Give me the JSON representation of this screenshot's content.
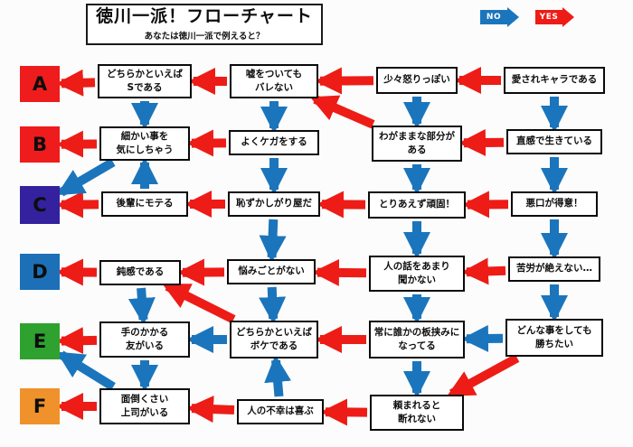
{
  "title": "徳川一派！フローチャート",
  "subtitle": "あなたは徳川一派で例えると？",
  "legend": {
    "no_label": "NO",
    "yes_label": "YES",
    "no_color": "#1b75bc",
    "yes_color": "#ed1c16"
  },
  "results": [
    {
      "id": "A",
      "label": "A",
      "color": "#ee1c1c"
    },
    {
      "id": "B",
      "label": "B",
      "color": "#ee1c1c"
    },
    {
      "id": "C",
      "label": "C",
      "color": "#34219e"
    },
    {
      "id": "D",
      "label": "D",
      "color": "#1d70b7"
    },
    {
      "id": "E",
      "label": "E",
      "color": "#2fa12f"
    },
    {
      "id": "F",
      "label": "F",
      "color": "#f0922b"
    }
  ],
  "nodes": [
    {
      "id": "r1c1",
      "label": "どちらかといえば\nSである"
    },
    {
      "id": "r1c2",
      "label": "嘘をついても\nバレない"
    },
    {
      "id": "r1c3",
      "label": "少々怒りっぽい"
    },
    {
      "id": "r1c4",
      "label": "愛されキャラである"
    },
    {
      "id": "r2c1",
      "label": "細かい事を\n気にしちゃう"
    },
    {
      "id": "r2c2",
      "label": "よくケガをする"
    },
    {
      "id": "r2c3",
      "label": "わがままな部分が\nある"
    },
    {
      "id": "r2c4",
      "label": "直感で生きている"
    },
    {
      "id": "r3c1",
      "label": "後輩にモテる"
    },
    {
      "id": "r3c2",
      "label": "恥ずかしがり屋だ"
    },
    {
      "id": "r3c3",
      "label": "とりあえず頑固！"
    },
    {
      "id": "r3c4",
      "label": "悪口が得意！"
    },
    {
      "id": "r4c1",
      "label": "鈍感である"
    },
    {
      "id": "r4c2",
      "label": "悩みごとがない"
    },
    {
      "id": "r4c3",
      "label": "人の話をあまり\n聞かない"
    },
    {
      "id": "r4c4",
      "label": "苦労が絶えない…"
    },
    {
      "id": "r5c1",
      "label": "手のかかる\n友がいる"
    },
    {
      "id": "r5c2",
      "label": "どちらかといえば\nボケである"
    },
    {
      "id": "r5c3",
      "label": "常に誰かの板挟みに\nなってる"
    },
    {
      "id": "r5c4",
      "label": "どんな事をしても\n勝ちたい"
    },
    {
      "id": "r6c1",
      "label": "面倒くさい\n上司がいる"
    },
    {
      "id": "r6c2",
      "label": "人の不幸は喜ぶ"
    },
    {
      "id": "r6c3",
      "label": "頼まれると\n断れない"
    }
  ],
  "edges": [
    {
      "from": "r1c1",
      "to": "A",
      "answer": "yes"
    },
    {
      "from": "r1c2",
      "to": "r1c1",
      "answer": "yes"
    },
    {
      "from": "r1c3",
      "to": "r1c2",
      "answer": "yes"
    },
    {
      "from": "r1c4",
      "to": "r1c3",
      "answer": "yes"
    },
    {
      "from": "r2c1",
      "to": "B",
      "answer": "yes"
    },
    {
      "from": "r2c2",
      "to": "r2c1",
      "answer": "yes"
    },
    {
      "from": "r2c3",
      "to": "r1c2",
      "answer": "yes"
    },
    {
      "from": "r2c4",
      "to": "r2c3",
      "answer": "yes"
    },
    {
      "from": "r3c1",
      "to": "C",
      "answer": "yes"
    },
    {
      "from": "r3c2",
      "to": "r3c1",
      "answer": "yes"
    },
    {
      "from": "r3c3",
      "to": "r3c2",
      "answer": "yes"
    },
    {
      "from": "r3c4",
      "to": "r3c3",
      "answer": "yes"
    },
    {
      "from": "r4c1",
      "to": "D",
      "answer": "yes"
    },
    {
      "from": "r4c2",
      "to": "r4c1",
      "answer": "yes"
    },
    {
      "from": "r4c3",
      "to": "r4c2",
      "answer": "yes"
    },
    {
      "from": "r4c4",
      "to": "r4c3",
      "answer": "yes"
    },
    {
      "from": "r5c1",
      "to": "E",
      "answer": "yes"
    },
    {
      "from": "r5c2",
      "to": "r4c1",
      "answer": "yes"
    },
    {
      "from": "r5c3",
      "to": "r5c2",
      "answer": "yes"
    },
    {
      "from": "r5c4",
      "to": "r6c3",
      "answer": "yes"
    },
    {
      "from": "r6c1",
      "to": "F",
      "answer": "yes"
    },
    {
      "from": "r6c2",
      "to": "r6c1",
      "answer": "yes"
    },
    {
      "from": "r6c3",
      "to": "r6c2",
      "answer": "yes"
    },
    {
      "from": "r1c1",
      "to": "r2c1",
      "answer": "no"
    },
    {
      "from": "r1c2",
      "to": "r2c2",
      "answer": "no"
    },
    {
      "from": "r1c3",
      "to": "r2c3",
      "answer": "no"
    },
    {
      "from": "r1c4",
      "to": "r2c4",
      "answer": "no"
    },
    {
      "from": "r2c1",
      "to": "C",
      "answer": "no"
    },
    {
      "from": "r2c2",
      "to": "r3c2",
      "answer": "no"
    },
    {
      "from": "r2c3",
      "to": "r3c3",
      "answer": "no"
    },
    {
      "from": "r2c4",
      "to": "r3c4",
      "answer": "no"
    },
    {
      "from": "r3c1",
      "to": "r2c1",
      "answer": "no"
    },
    {
      "from": "r3c2",
      "to": "r4c2",
      "answer": "no"
    },
    {
      "from": "r3c3",
      "to": "r4c3",
      "answer": "no"
    },
    {
      "from": "r3c4",
      "to": "r4c4",
      "answer": "no"
    },
    {
      "from": "r4c1",
      "to": "r5c1",
      "answer": "no"
    },
    {
      "from": "r4c2",
      "to": "r5c2",
      "answer": "no"
    },
    {
      "from": "r4c3",
      "to": "r5c3",
      "answer": "no"
    },
    {
      "from": "r4c4",
      "to": "r5c4",
      "answer": "no"
    },
    {
      "from": "r5c2",
      "to": "r5c1",
      "answer": "no"
    },
    {
      "from": "r5c4",
      "to": "r5c3",
      "answer": "no"
    },
    {
      "from": "r5c1",
      "to": "r6c1",
      "answer": "no"
    },
    {
      "from": "r5c3",
      "to": "r6c3",
      "answer": "no"
    },
    {
      "from": "r6c1",
      "to": "E",
      "answer": "no"
    },
    {
      "from": "r6c2",
      "to": "r5c2",
      "answer": "no"
    }
  ]
}
